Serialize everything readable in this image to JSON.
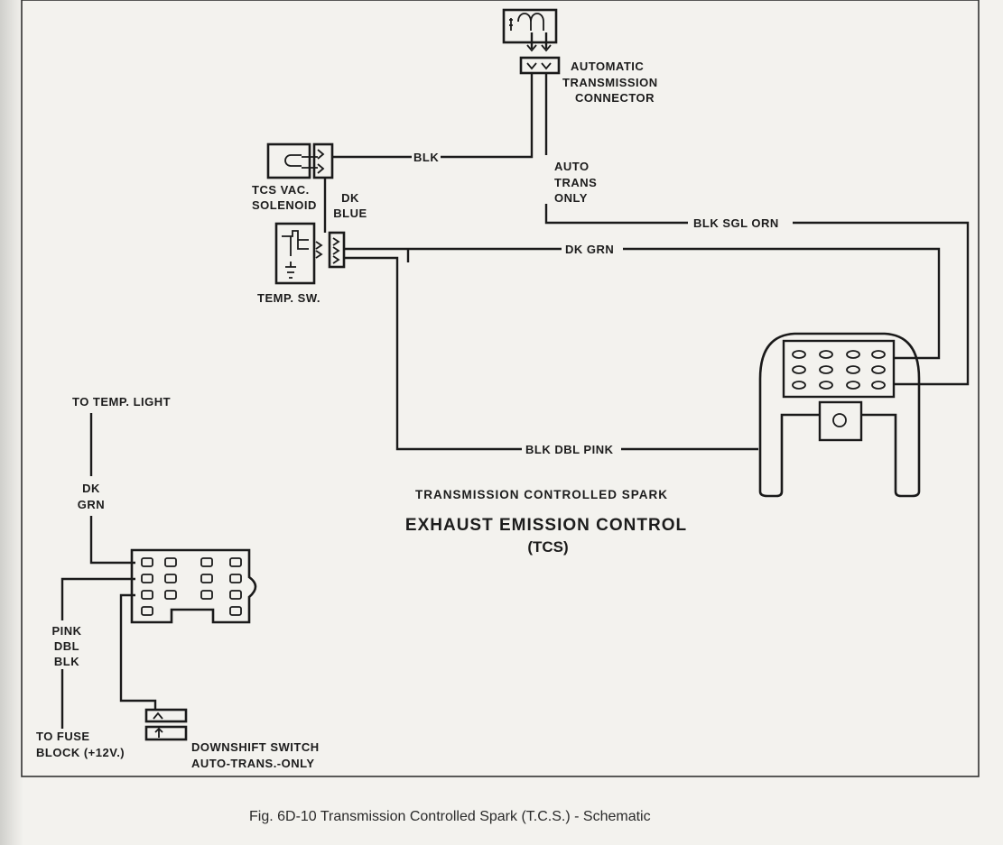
{
  "labels": {
    "auto_trans_connector": [
      "AUTOMATIC",
      "TRANSMISSION",
      "CONNECTOR"
    ],
    "blk": "BLK",
    "auto_trans_only": [
      "AUTO",
      "TRANS",
      "ONLY"
    ],
    "blk_sgl_orn": "BLK SGL ORN",
    "tcs_vac_solenoid": [
      "TCS VAC.",
      "SOLENOID"
    ],
    "dk_blue": [
      "DK",
      "BLUE"
    ],
    "dk_grn_top": "DK GRN",
    "temp_sw": "TEMP. SW.",
    "blk_dbl_pink": "BLK DBL PINK",
    "to_temp_light": "TO TEMP. LIGHT",
    "dk_grn_left": [
      "DK",
      "GRN"
    ],
    "pink_dbl_blk": [
      "PINK",
      "DBL",
      "BLK"
    ],
    "to_fuse_block": [
      "TO FUSE",
      "BLOCK (+12V.)"
    ],
    "downshift_switch": [
      "DOWNSHIFT SWITCH",
      "AUTO-TRANS.-ONLY"
    ]
  },
  "titles": {
    "line1": "TRANSMISSION CONTROLLED SPARK",
    "line2": "EXHAUST EMISSION CONTROL",
    "line3": "(TCS)"
  },
  "caption": "Fig. 6D-10 Transmission Controlled Spark (T.C.S.) - Schematic"
}
